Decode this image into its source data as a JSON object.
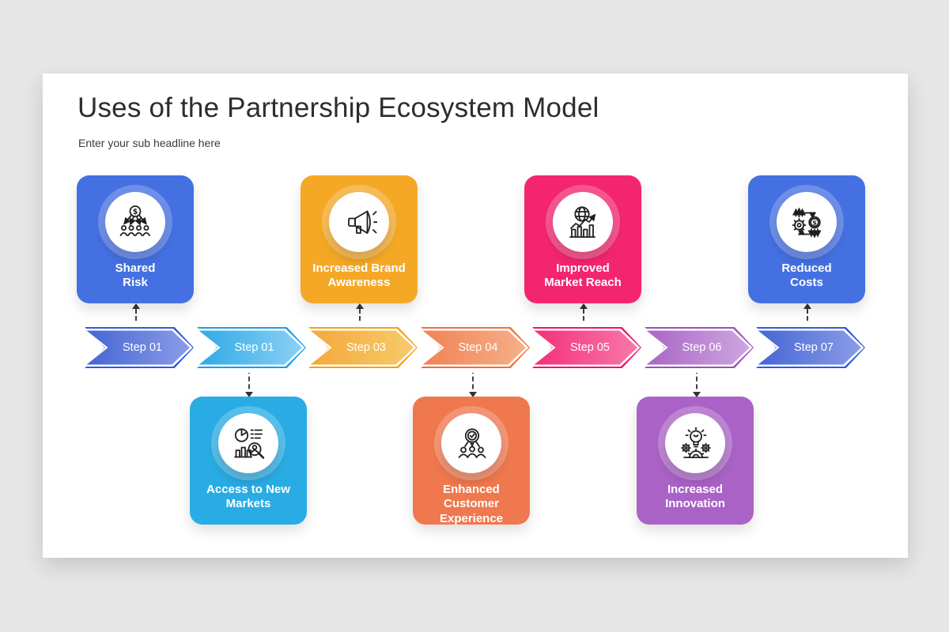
{
  "header": {
    "title": "Uses of the Partnership Ecosystem Model",
    "subtitle": "Enter your sub headline here"
  },
  "steps": [
    {
      "label": "Step 01",
      "border": "#2b5cde",
      "fill_from": "#4566d2",
      "fill_to": "#8c9ce8"
    },
    {
      "label": "Step 01",
      "border": "#189fe8",
      "fill_from": "#31a9e6",
      "fill_to": "#8ad1f5"
    },
    {
      "label": "Step 03",
      "border": "#f5a10e",
      "fill_from": "#f3a93b",
      "fill_to": "#f8ca6b"
    },
    {
      "label": "Step 04",
      "border": "#ef6f3c",
      "fill_from": "#f08356",
      "fill_to": "#f6b088"
    },
    {
      "label": "Step 05",
      "border": "#f21368",
      "fill_from": "#f3307b",
      "fill_to": "#f878a8"
    },
    {
      "label": "Step 06",
      "border": "#9c4fba",
      "fill_from": "#aa66c6",
      "fill_to": "#cda6df"
    },
    {
      "label": "Step 07",
      "border": "#2b5cde",
      "fill_from": "#4566d2",
      "fill_to": "#8c9ce8"
    }
  ],
  "cards": [
    {
      "label": "Shared\nRisk",
      "color": "#4470e2",
      "icon": "shared-risk-icon",
      "position": "top"
    },
    {
      "label": "Increased Brand\nAwareness",
      "color": "#f5a826",
      "icon": "megaphone-icon",
      "position": "top"
    },
    {
      "label": "Improved\nMarket Reach",
      "color": "#f4256f",
      "icon": "globe-growth-icon",
      "position": "top"
    },
    {
      "label": "Reduced\nCosts",
      "color": "#4470e2",
      "icon": "cost-exchange-icon",
      "position": "top"
    },
    {
      "label": "Access to New\nMarkets",
      "color": "#29ace4",
      "icon": "market-analysis-icon",
      "position": "bottom"
    },
    {
      "label": "Enhanced\nCustomer\nExperience",
      "color": "#f0784e",
      "icon": "customer-award-icon",
      "position": "bottom"
    },
    {
      "label": "Increased\nInnovation",
      "color": "#aa62c6",
      "icon": "lightbulb-gears-icon",
      "position": "bottom"
    }
  ]
}
